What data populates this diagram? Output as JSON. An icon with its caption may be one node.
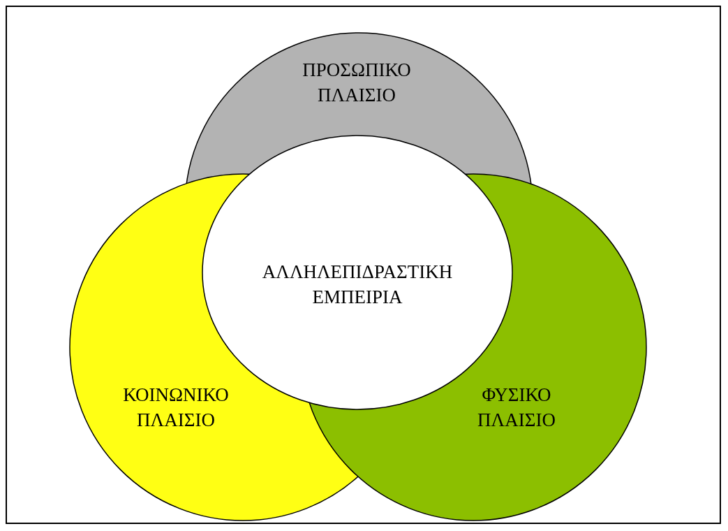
{
  "diagram": {
    "nodes": [
      {
        "text": [
          "ΠΡΟΣΩΠΙΚΟ ΠΛΑΙΣΙΟ"
        ]
      },
      {
        "text": [
          "ΑΛΛΗΛΕΠΙΔΡΑΣΤΙΚΗ ΕΜΠΕΙΡΙΑ"
        ]
      },
      {
        "text": [
          "ΚΟΙΝΩΝΙΚΟ ΠΛΑΙΣΙΟ"
        ]
      },
      {
        "text": [
          "ΦΥΣΙΚΟ ΠΛΑΙΣΙΟ"
        ]
      }
    ],
    "edges": []
  }
}
